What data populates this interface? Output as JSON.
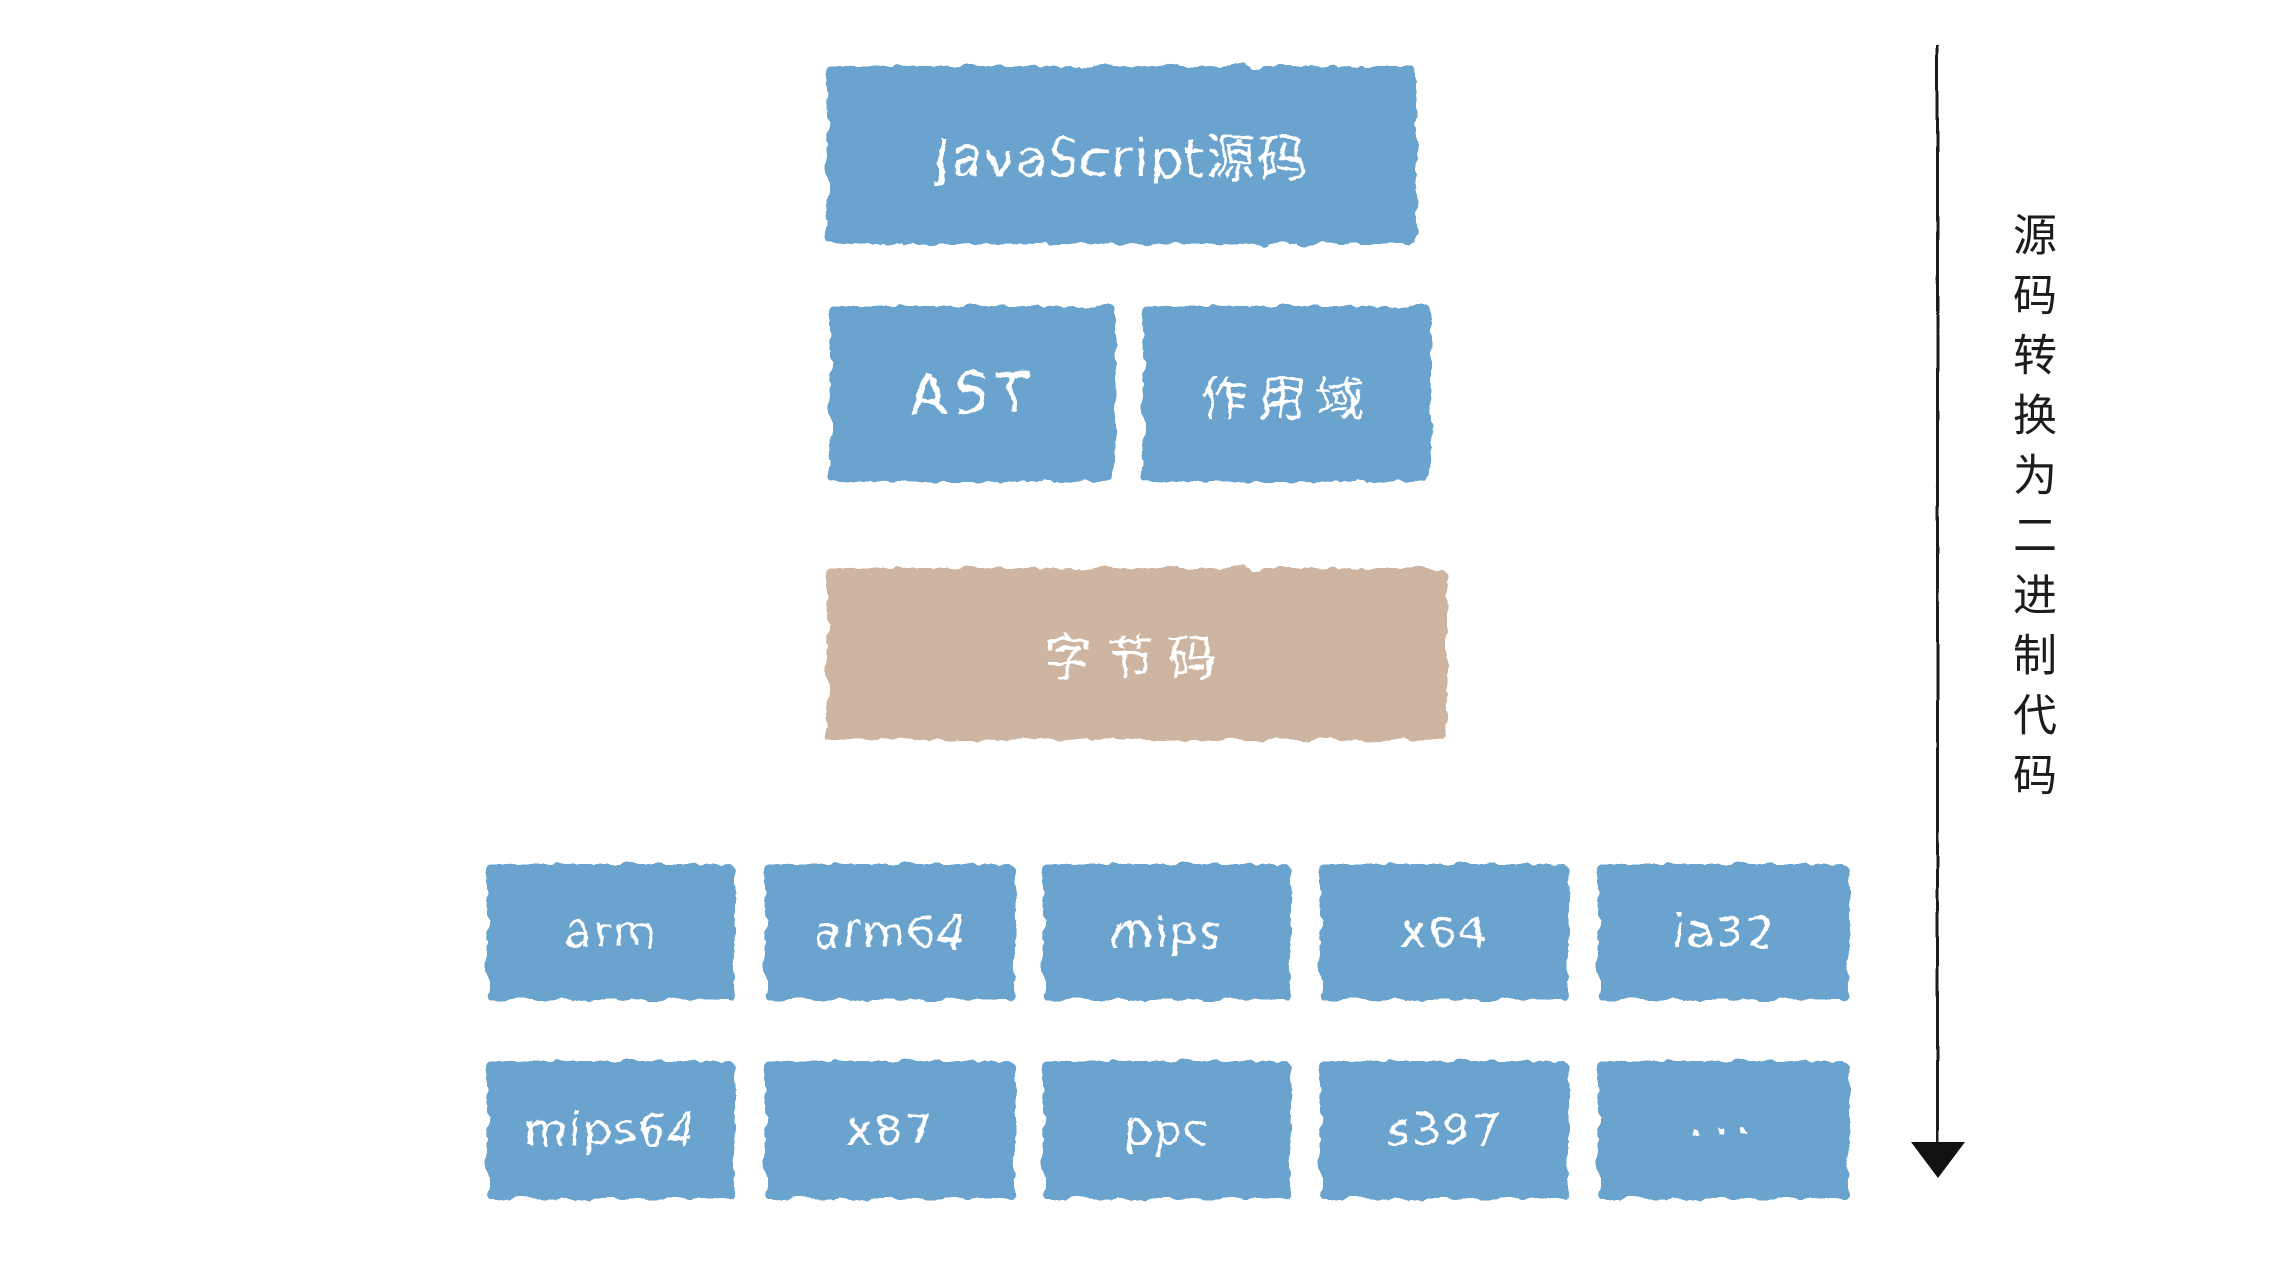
{
  "diagram": {
    "source_box": {
      "label": "JavaScript源码"
    },
    "ast_box": {
      "label": "AST"
    },
    "scope_box": {
      "label": "作用域"
    },
    "bytecode_box": {
      "label": "字节码"
    },
    "arch_row1": [
      "arm",
      "arm64",
      "mips",
      "x64",
      "ia32"
    ],
    "arch_row2": [
      "mips64",
      "x87",
      "ppc",
      "s397",
      "..."
    ],
    "annotation": "源码转换为二进制代码",
    "colors": {
      "machine_box_blue": "#6ba4ce",
      "bytecode_box_tan": "#cdb5a1",
      "box_text": "#ffffff",
      "annotation_text": "#1c1c1c",
      "arrow": "#111111",
      "background": "#ffffff"
    }
  }
}
